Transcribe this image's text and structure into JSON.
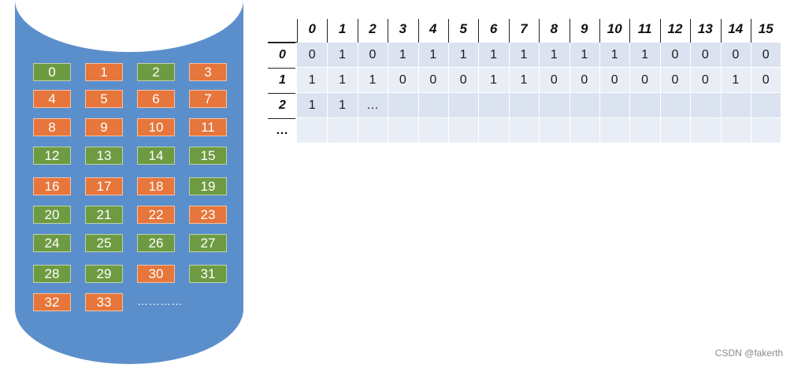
{
  "cylinder": {
    "fill_color": "#5b8fcb",
    "green_color": "#6e9b42",
    "orange_color": "#e6763b",
    "rows": [
      [
        {
          "v": "0",
          "c": "green"
        },
        {
          "v": "1",
          "c": "orange"
        },
        {
          "v": "2",
          "c": "green"
        },
        {
          "v": "3",
          "c": "orange"
        }
      ],
      [
        {
          "v": "4",
          "c": "orange"
        },
        {
          "v": "5",
          "c": "orange"
        },
        {
          "v": "6",
          "c": "orange"
        },
        {
          "v": "7",
          "c": "orange"
        }
      ],
      [
        {
          "v": "8",
          "c": "orange"
        },
        {
          "v": "9",
          "c": "orange"
        },
        {
          "v": "10",
          "c": "orange"
        },
        {
          "v": "11",
          "c": "orange"
        }
      ],
      [
        {
          "v": "12",
          "c": "green"
        },
        {
          "v": "13",
          "c": "green"
        },
        {
          "v": "14",
          "c": "green"
        },
        {
          "v": "15",
          "c": "green"
        }
      ],
      [
        {
          "v": "16",
          "c": "orange"
        },
        {
          "v": "17",
          "c": "orange"
        },
        {
          "v": "18",
          "c": "orange"
        },
        {
          "v": "19",
          "c": "green"
        }
      ],
      [
        {
          "v": "20",
          "c": "green"
        },
        {
          "v": "21",
          "c": "green"
        },
        {
          "v": "22",
          "c": "orange"
        },
        {
          "v": "23",
          "c": "orange"
        }
      ],
      [
        {
          "v": "24",
          "c": "green"
        },
        {
          "v": "25",
          "c": "green"
        },
        {
          "v": "26",
          "c": "green"
        },
        {
          "v": "27",
          "c": "green"
        }
      ],
      [
        {
          "v": "28",
          "c": "green"
        },
        {
          "v": "29",
          "c": "green"
        },
        {
          "v": "30",
          "c": "orange"
        },
        {
          "v": "31",
          "c": "green"
        }
      ],
      [
        {
          "v": "32",
          "c": "orange"
        },
        {
          "v": "33",
          "c": "orange"
        }
      ]
    ],
    "ellipsis": "…………"
  },
  "bitmap": {
    "band_light": "#dbe3f0",
    "band_lighter": "#e9eef6",
    "col_headers": [
      "0",
      "1",
      "2",
      "3",
      "4",
      "5",
      "6",
      "7",
      "8",
      "9",
      "10",
      "11",
      "12",
      "13",
      "14",
      "15"
    ],
    "rows": [
      {
        "label": "0",
        "values": [
          "0",
          "1",
          "0",
          "1",
          "1",
          "1",
          "1",
          "1",
          "1",
          "1",
          "1",
          "1",
          "0",
          "0",
          "0",
          "0"
        ]
      },
      {
        "label": "1",
        "values": [
          "1",
          "1",
          "1",
          "0",
          "0",
          "0",
          "1",
          "1",
          "0",
          "0",
          "0",
          "0",
          "0",
          "0",
          "1",
          "0"
        ]
      },
      {
        "label": "2",
        "values": [
          "1",
          "1",
          "…",
          "",
          "",
          "",
          "",
          "",
          "",
          "",
          "",
          "",
          "",
          "",
          "",
          ""
        ]
      },
      {
        "label": "…",
        "values": [
          "",
          "",
          "",
          "",
          "",
          "",
          "",
          "",
          "",
          "",
          "",
          "",
          "",
          "",
          "",
          ""
        ]
      }
    ]
  },
  "watermark": "CSDN @fakerth"
}
